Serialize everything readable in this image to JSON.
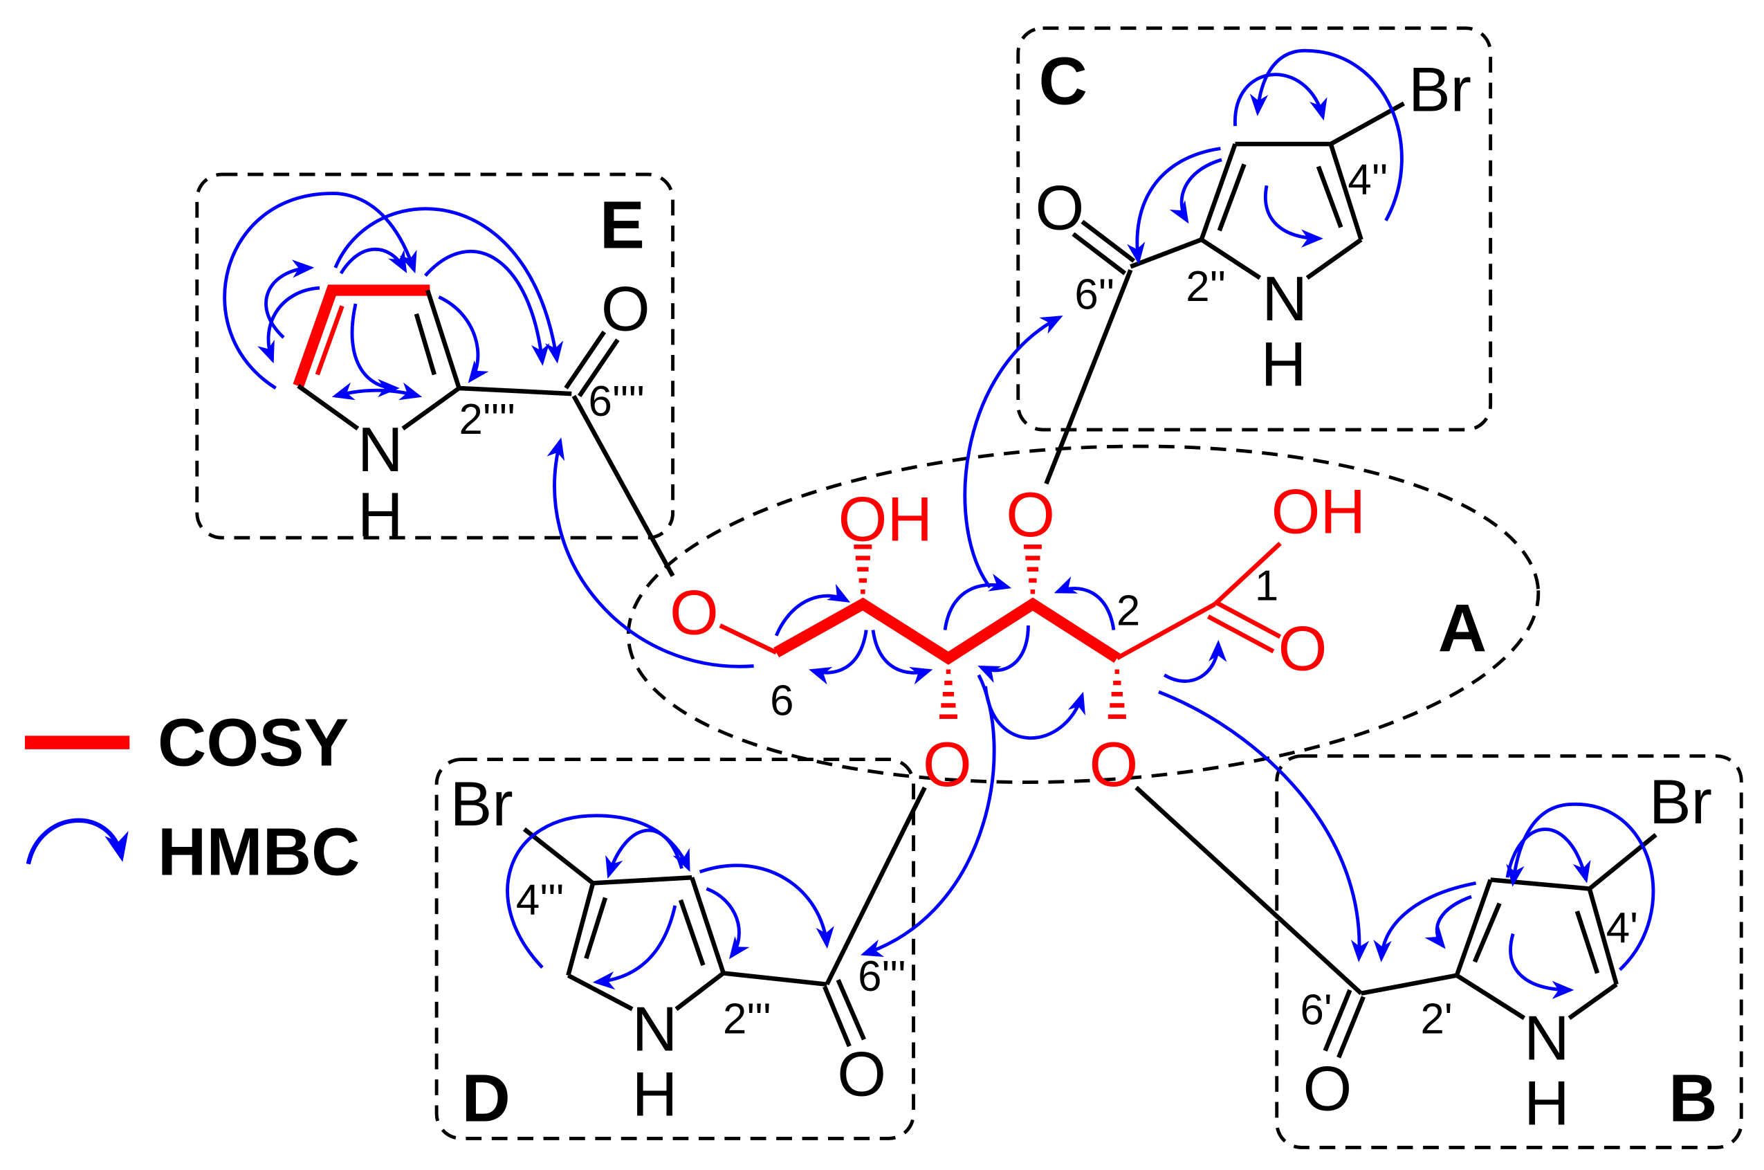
{
  "colors": {
    "cosy": "#ff0000",
    "hmbc": "#0000ff",
    "bonds": "#000000",
    "box_border": "#000000"
  },
  "legend": {
    "cosy": "COSY",
    "hmbc": "HMBC"
  },
  "fragment_a": {
    "label": "A",
    "atoms": {
      "o6": "O",
      "oh5": "OH",
      "o4": "O",
      "o3": "O",
      "o2": "O",
      "oh1": "OH",
      "o1": "O"
    },
    "locants": {
      "c1": "1",
      "c2": "2",
      "c6": "6"
    }
  },
  "fragment_b": {
    "label": "B",
    "br": "Br",
    "n": "N",
    "h": "H",
    "o": "O",
    "locants": {
      "c2": "2'",
      "c4": "4'",
      "c6": "6'"
    }
  },
  "fragment_c": {
    "label": "C",
    "br": "Br",
    "n": "N",
    "h": "H",
    "o": "O",
    "locants": {
      "c2": "2''",
      "c4": "4''",
      "c6": "6''"
    }
  },
  "fragment_d": {
    "label": "D",
    "br": "Br",
    "n": "N",
    "h": "H",
    "o": "O",
    "locants": {
      "c2": "2'''",
      "c4": "4'''",
      "c6": "6'''"
    }
  },
  "fragment_e": {
    "label": "E",
    "n": "N",
    "h": "H",
    "o": "O",
    "locants": {
      "c2": "2''''",
      "c6": "6''''"
    }
  }
}
